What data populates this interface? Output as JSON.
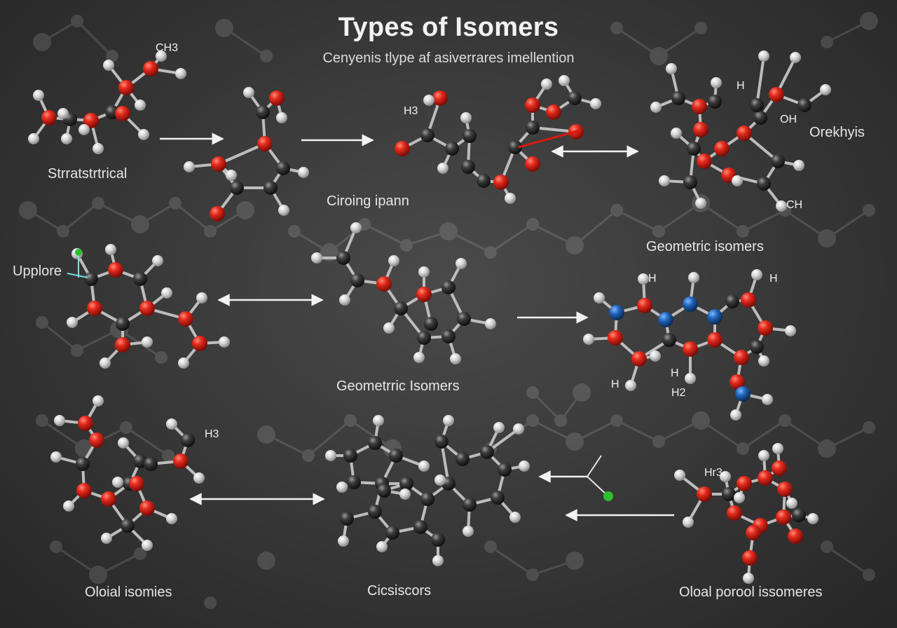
{
  "title": "Types of Isomers",
  "subtitle": "Cenyenis tlype af asiverrares imellention",
  "labels": {
    "structural": "Strratstrtrical",
    "ciroing": "Ciroing ipann",
    "geometric_top": "Geometric isomers",
    "orekhyis": "Orekhyis",
    "upplore": "Upplore",
    "geometric_mid": "Geometrric Isomers",
    "oloial": "Oloial isomies",
    "cicsiscors": "Cicsiscors",
    "oloal_porool": "Oloal porool issomeres"
  },
  "atom_labels": {
    "ch3": "CH3",
    "h3": "H3",
    "h": "H",
    "oh": "OH",
    "ch": "CH",
    "h2": "H2",
    "hr3": "Hr3"
  },
  "colors": {
    "oxygen": "#e02418",
    "carbon": "#2e2e2e",
    "hydrogen": "#d8d8d8",
    "nitrogen": "#1f63b8",
    "accent_green": "#2ec02e",
    "arrow": "#f2f2f2"
  }
}
